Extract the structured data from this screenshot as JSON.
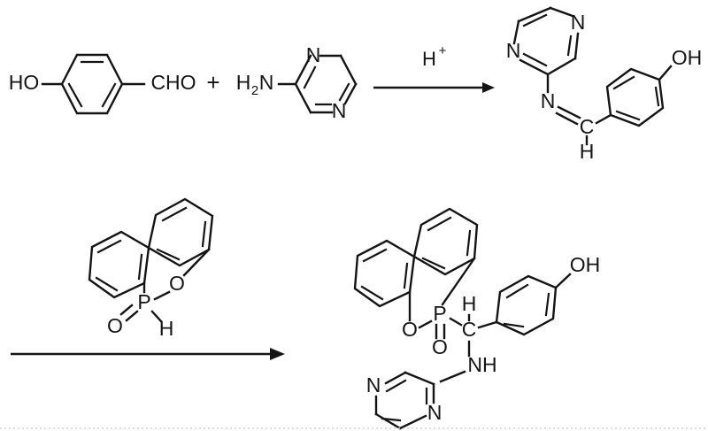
{
  "figure": {
    "kind": "chemical-reaction-scheme",
    "steps": 2,
    "background_color": "#ffffff",
    "line_color": "#141414"
  },
  "step1": {
    "reactant1": {
      "name": "4-hydroxybenzaldehyde",
      "labels": {
        "hydroxyl": "HO",
        "aldehyde": "CHO"
      }
    },
    "plus_symbol": "+",
    "reactant2": {
      "name": "2-aminopyrazine",
      "labels": {
        "amine": "H",
        "amine_sub": "2",
        "amine_n": "N",
        "ring_n_top": "N",
        "ring_n_bottom": "N"
      }
    },
    "arrow": {
      "condition": "H",
      "condition_superscript": "+"
    },
    "product": {
      "name": "imine (Schiff base)",
      "labels": {
        "ring_n_top": "N",
        "ring_n_left": "N",
        "imine_n": "N",
        "imine_c": "C",
        "imine_h": "H",
        "hydroxyl": "OH"
      }
    }
  },
  "step2": {
    "reactant": {
      "name": "DOPO",
      "labels": {
        "ring_o": "O",
        "phosphorus": "P",
        "oxo_o": "O",
        "hydrogen": "H"
      }
    },
    "arrow": {
      "condition": ""
    },
    "product": {
      "name": "DOPO-pyrazine phenol adduct",
      "labels": {
        "ring_o": "O",
        "phosphorus": "P",
        "oxo_o": "O",
        "methine_c": "C",
        "methine_h": "H",
        "amine_nh": "NH",
        "pyrazine_n_left": "N",
        "pyrazine_n_right": "N",
        "hydroxyl": "OH"
      }
    }
  }
}
